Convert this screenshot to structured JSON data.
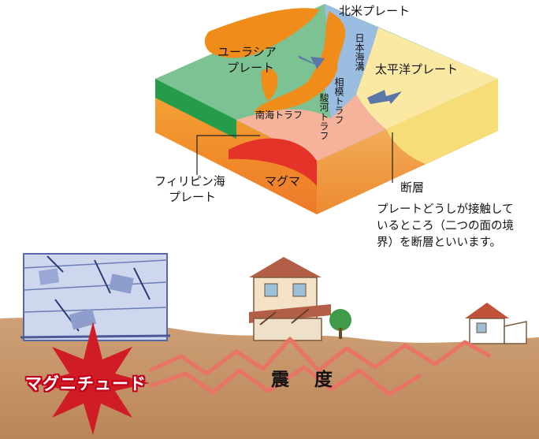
{
  "plates": {
    "north_american": "北米プレート",
    "eurasian_line1": "ユーラシア",
    "eurasian_line2": "プレート",
    "pacific": "太平洋プレート",
    "philippine_line1": "フィリピン海",
    "philippine_line2": "プレート"
  },
  "features": {
    "japan_trench": "日本海溝",
    "sagami_trough": "相模トラフ",
    "suruga_trough": "駿河トラフ",
    "nankai_trough": "南海トラフ",
    "magma": "マグマ",
    "fault": "断層"
  },
  "fault_note": {
    "line1": "プレートどうしが接触して",
    "line2": "いるところ（二つの面の境",
    "line3": "界）を断層といいます。"
  },
  "quake": {
    "magnitude": "マグニチュード",
    "intensity": "震 度"
  },
  "colors": {
    "eurasian_green": "#7cc292",
    "pacific_yellow": "#fbe9a3",
    "north_american_blue": "#9bbde2",
    "land_orange": "#f0951c",
    "magma_red": "#e5332a",
    "ground_brown": "#c99a6e",
    "seismic_red": "#d01c24"
  }
}
